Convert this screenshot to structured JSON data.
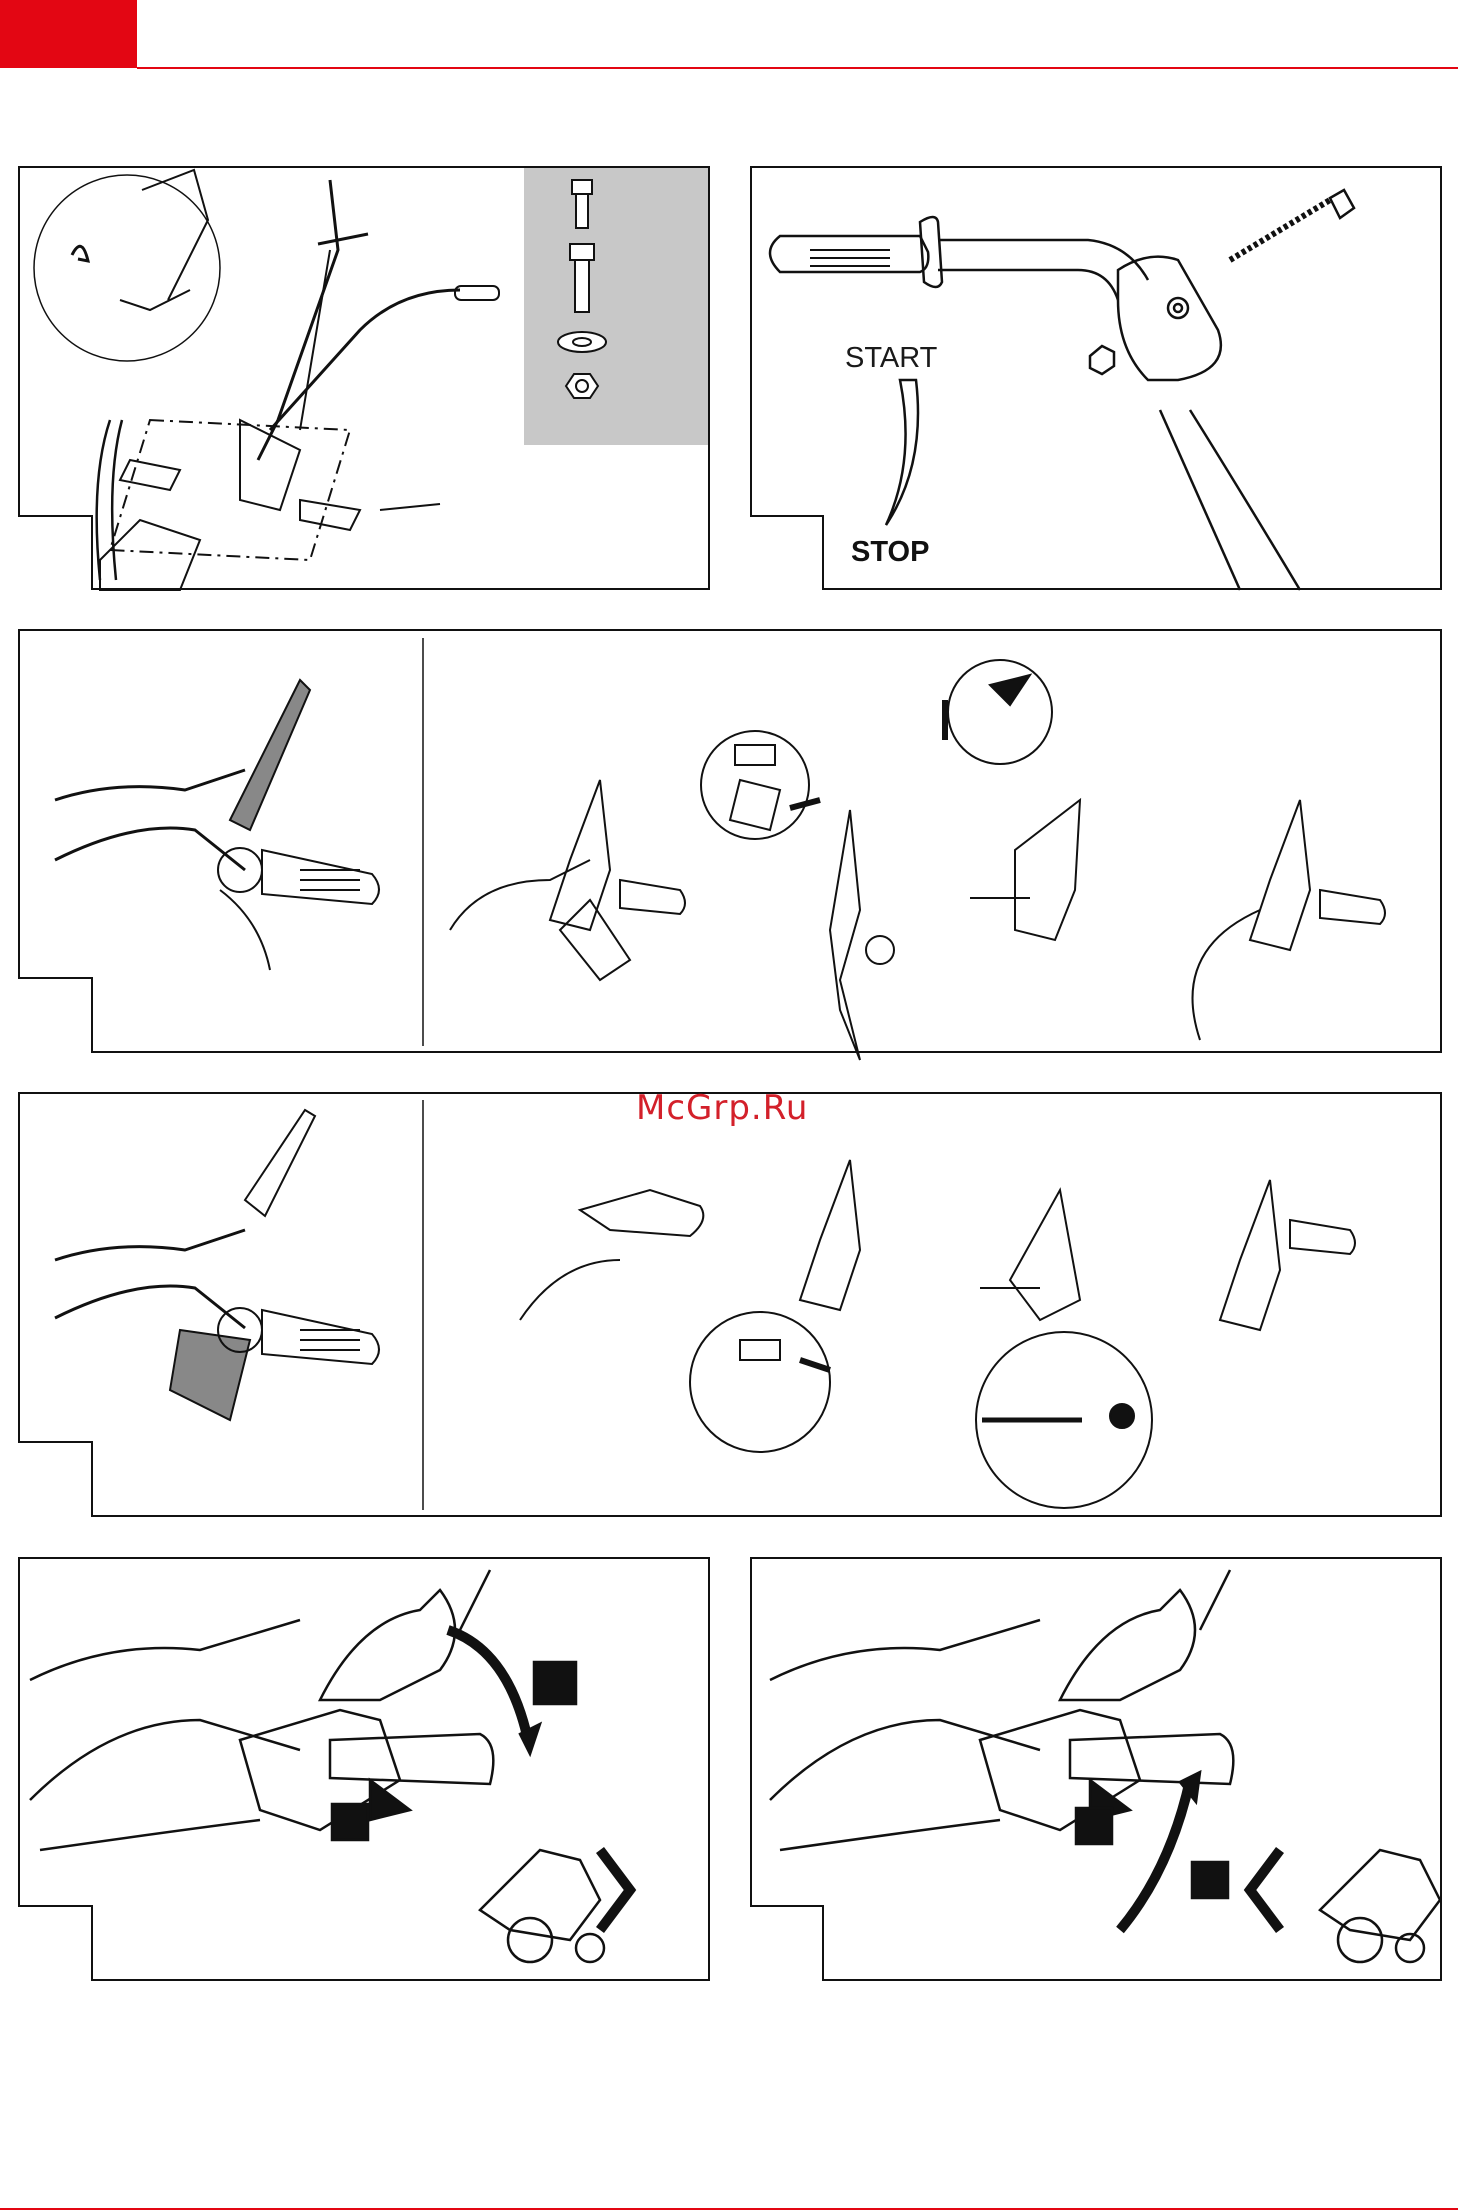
{
  "page": {
    "accent_color": "#e30613"
  },
  "labels": {
    "start": "START",
    "stop": "STOP"
  },
  "watermark": {
    "text": "McGrp.Ru",
    "color": "#d3202a"
  },
  "icons": [
    "handlebar-assembly-illustration",
    "hardware-kit-icon",
    "throttle-lever-illustration",
    "brake-lever-cable-illustration",
    "clutch-lever-illustration",
    "drive-engage-illustration"
  ]
}
